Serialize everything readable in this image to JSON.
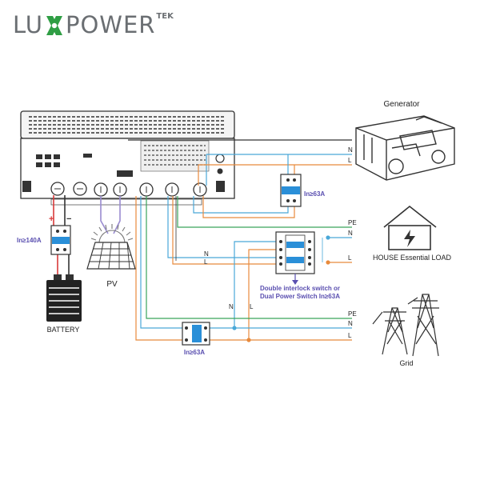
{
  "brand": {
    "part1": "LU",
    "part2": "POWER",
    "superscript": "TEK"
  },
  "labels": {
    "generator": "Generator",
    "house": "HOUSE Essential LOAD",
    "grid": "Grid",
    "battery": "BATTERY",
    "pv": "PV",
    "breaker_battery": "In≥140A",
    "breaker_generator": "In≥63A",
    "breaker_grid": "In≥63A",
    "switch_note_line1": "Double interlock switch or",
    "switch_note_line2": "Dual Power Switch In≥63A",
    "gen_n": "N",
    "gen_l": "L",
    "house_pe": "PE",
    "house_n": "N",
    "house_l": "L",
    "sw_n": "N",
    "sw_l": "L",
    "grid_pe": "PE",
    "grid_n": "N",
    "grid_l": "L",
    "vert_n": "N",
    "vert_l": "L",
    "batt_plus": "+",
    "batt_minus": "−"
  },
  "colors": {
    "neutral_wire": "#4aa8d8",
    "line_wire": "#e88a3c",
    "pe_wire": "#3aa35a",
    "pv_wire": "#9a8cd0",
    "battery_pos": "#d83a3a",
    "breaker_handle": "#2a8fd8",
    "label_accent": "#5a4fb0",
    "logo_green": "#2f9e44",
    "logo_gray": "#6a6e72"
  }
}
